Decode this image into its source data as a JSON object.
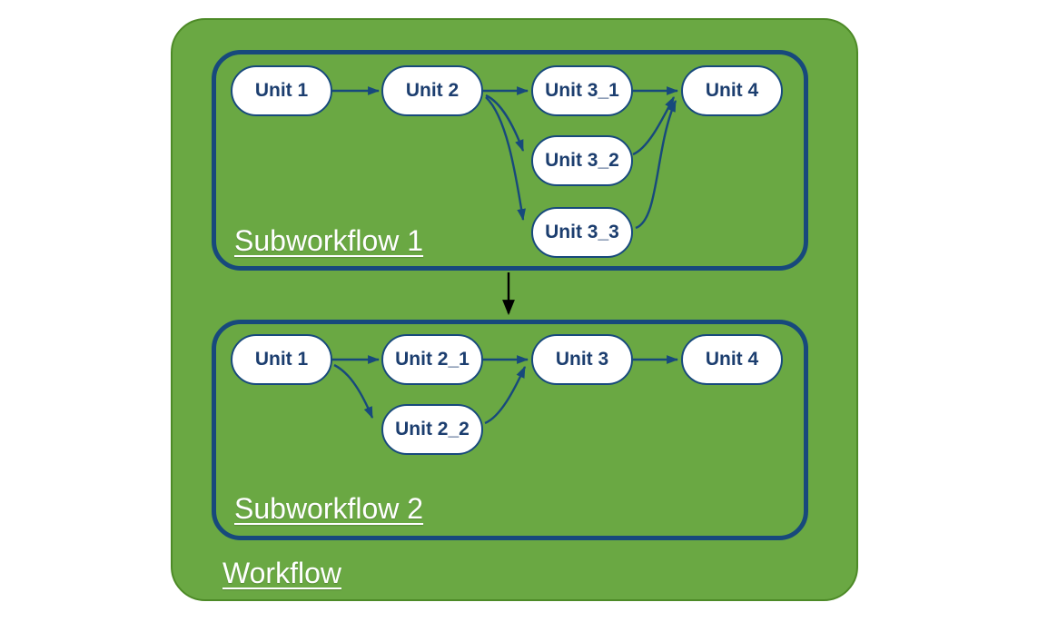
{
  "figure": {
    "workflow": {
      "label": "Workflow",
      "subworkflows": [
        {
          "label": "Subworkflow 1",
          "nodes": [
            {
              "id": "sw1-unit-1",
              "label": "Unit 1"
            },
            {
              "id": "sw1-unit-2",
              "label": "Unit 2"
            },
            {
              "id": "sw1-unit-3-1",
              "label": "Unit 3_1"
            },
            {
              "id": "sw1-unit-3-2",
              "label": "Unit 3_2"
            },
            {
              "id": "sw1-unit-3-3",
              "label": "Unit 3_3"
            },
            {
              "id": "sw1-unit-4",
              "label": "Unit 4"
            }
          ],
          "edges": [
            "Unit 1 -> Unit 2",
            "Unit 2 -> Unit 3_1",
            "Unit 2 -> Unit 3_2",
            "Unit 2 -> Unit 3_3",
            "Unit 3_1 -> Unit 4",
            "Unit 3_2 -> Unit 4",
            "Unit 3_3 -> Unit 4"
          ]
        },
        {
          "label": "Subworkflow 2",
          "nodes": [
            {
              "id": "sw2-unit-1",
              "label": "Unit 1"
            },
            {
              "id": "sw2-unit-2-1",
              "label": "Unit 2_1"
            },
            {
              "id": "sw2-unit-2-2",
              "label": "Unit 2_2"
            },
            {
              "id": "sw2-unit-3",
              "label": "Unit 3"
            },
            {
              "id": "sw2-unit-4",
              "label": "Unit 4"
            }
          ],
          "edges": [
            "Unit 1 -> Unit 2_1",
            "Unit 1 -> Unit 2_2",
            "Unit 2_1 -> Unit 3",
            "Unit 2_2 -> Unit 3",
            "Unit 3 -> Unit 4"
          ]
        }
      ],
      "connector": "Subworkflow 1 -> Subworkflow 2"
    },
    "colors": {
      "workflow_fill": "#6aa843",
      "workflow_border": "#4d8a27",
      "navy": "#17497c",
      "node_fill": "#ffffff",
      "node_text": "#1c3e6f",
      "label_text": "#ffffff",
      "connector_arrow": "#000000"
    }
  }
}
